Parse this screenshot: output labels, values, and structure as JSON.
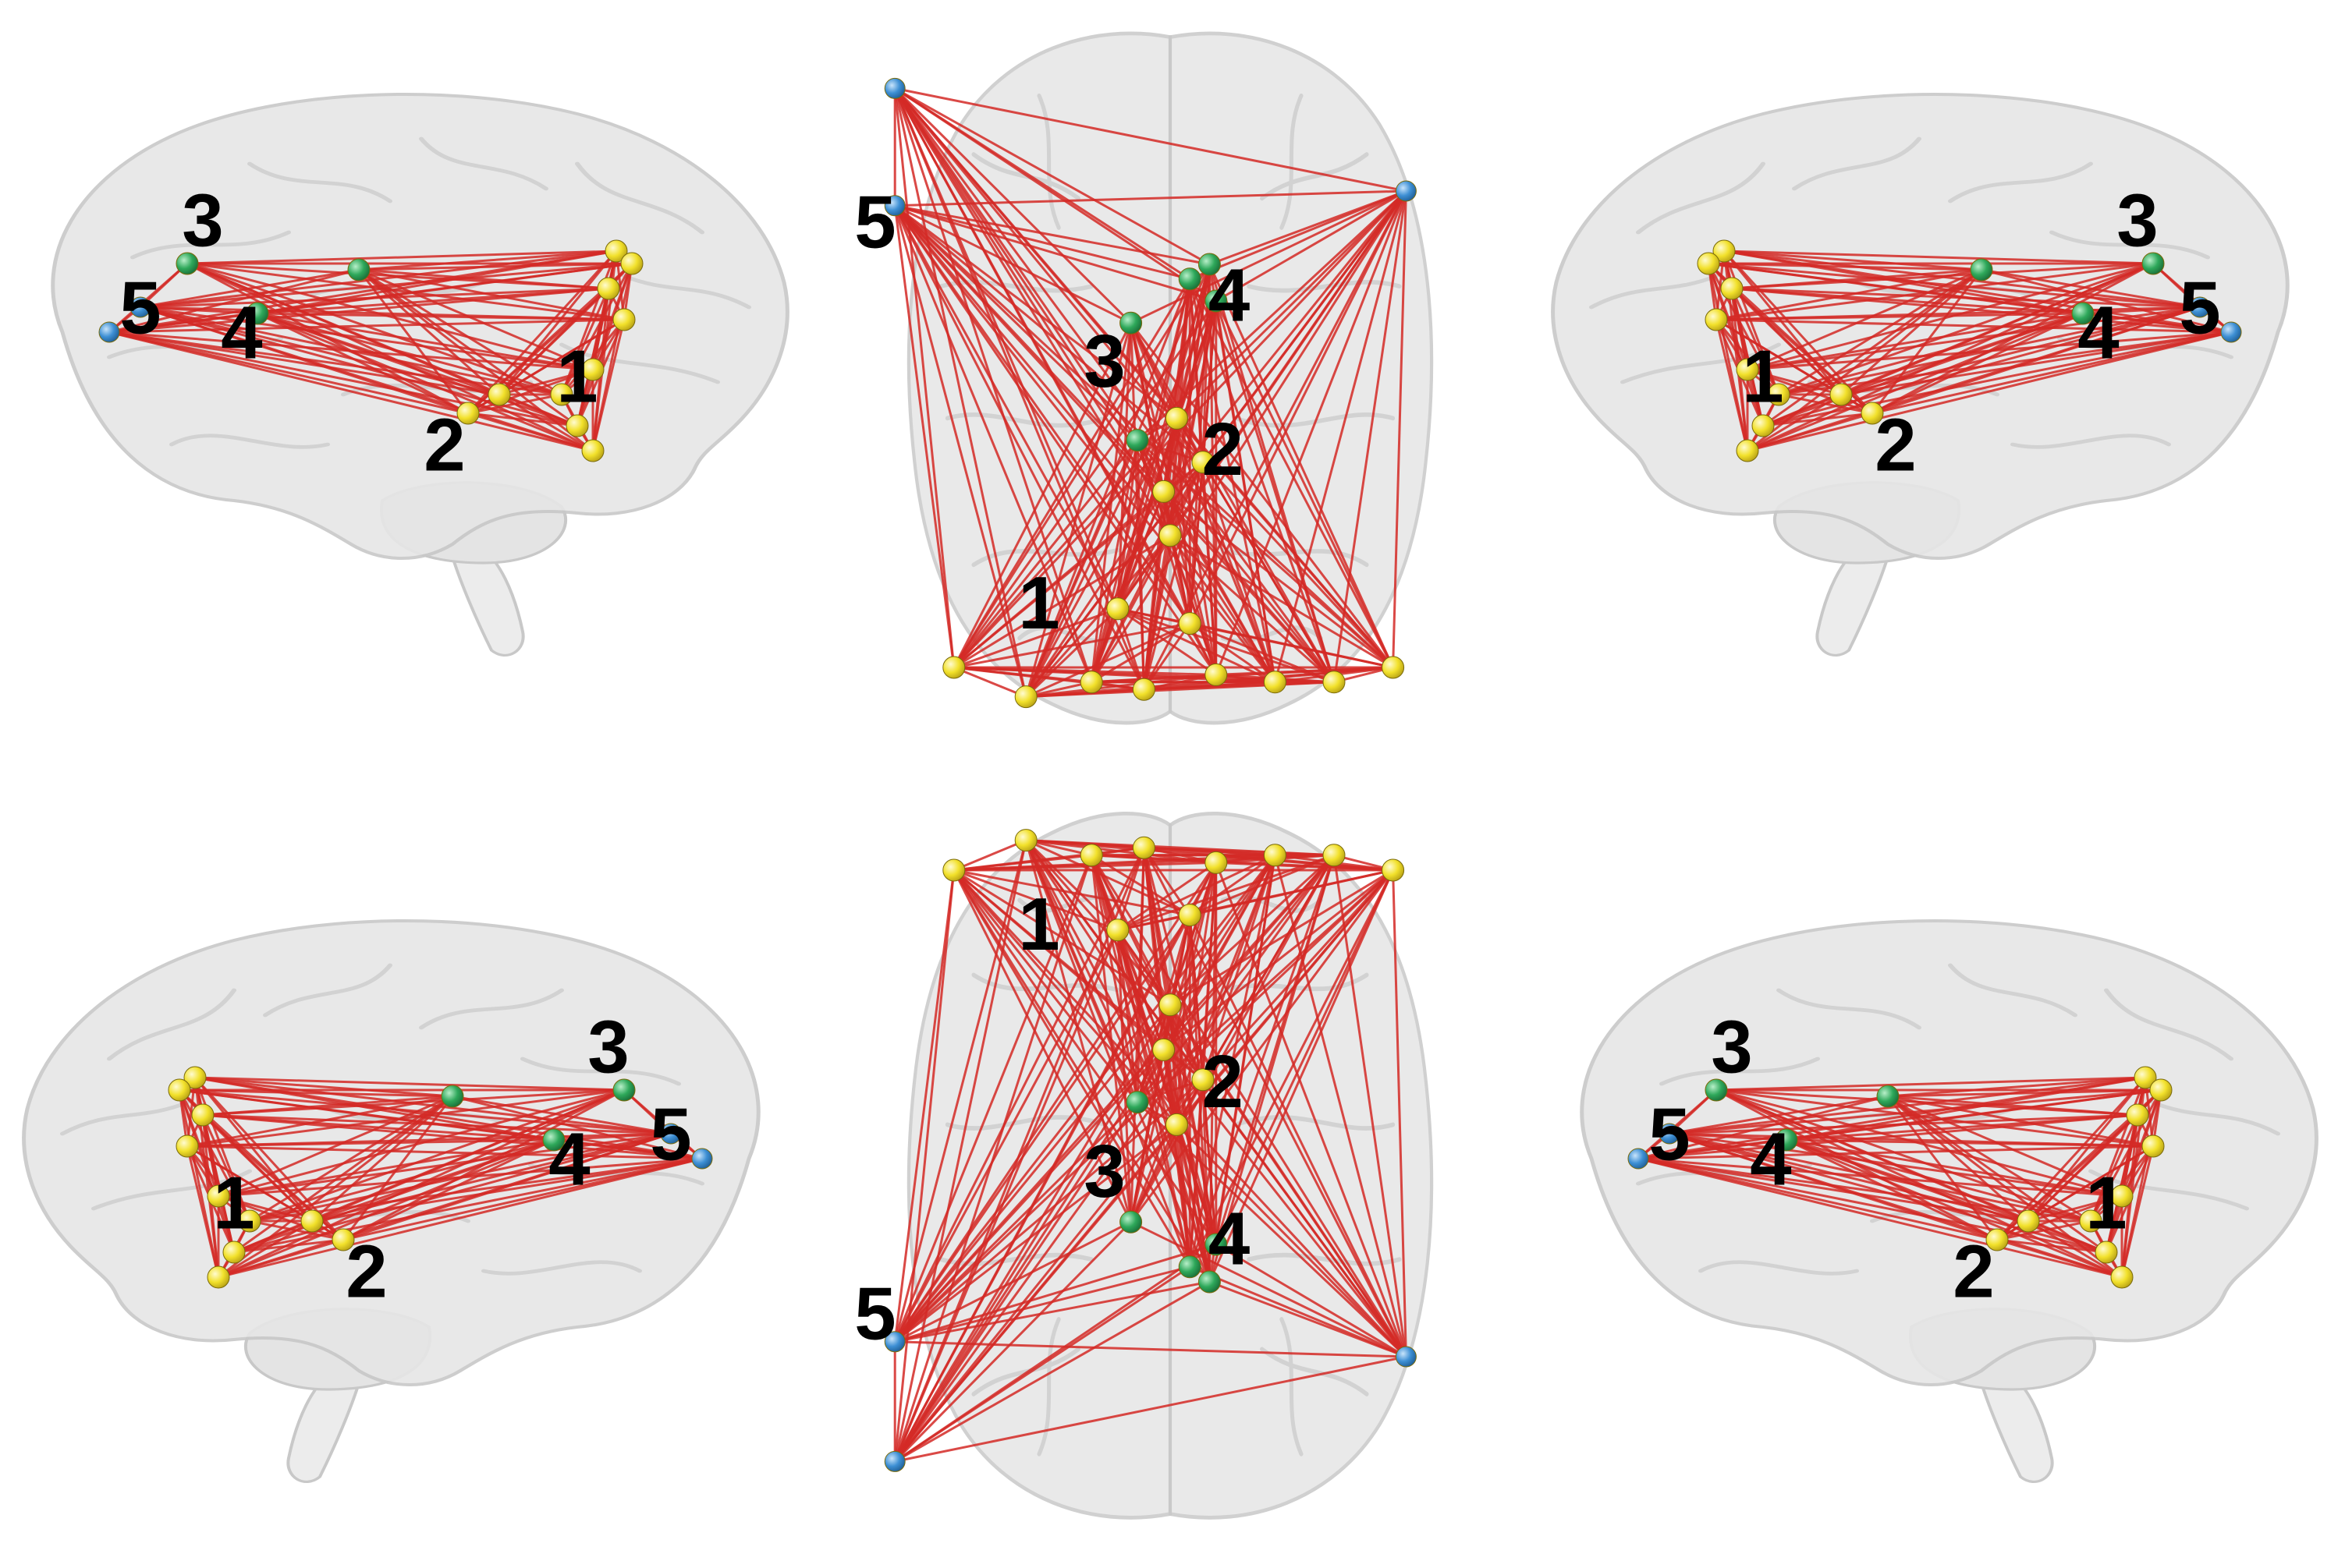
{
  "figure": {
    "views": [
      {
        "id": "left-lateral-top",
        "kind": "sagittal-left"
      },
      {
        "id": "superior-top",
        "kind": "axial-superior"
      },
      {
        "id": "right-lateral-top",
        "kind": "sagittal-right"
      },
      {
        "id": "right-lateral-bottom",
        "kind": "sagittal-right"
      },
      {
        "id": "inferior-bottom",
        "kind": "axial-inferior"
      },
      {
        "id": "left-lateral-bottom",
        "kind": "sagittal-left"
      }
    ],
    "module_labels": [
      "1",
      "2",
      "3",
      "4",
      "5"
    ],
    "colors": {
      "edge": "#d42a26",
      "node_module_1_2": "#f2e12b",
      "node_module_3_4": "#2ea85a",
      "node_module_5": "#3d8fd4",
      "brain_fill": "#e6e6e6",
      "brain_stroke": "#c8c8c8",
      "label": "#000000"
    }
  }
}
